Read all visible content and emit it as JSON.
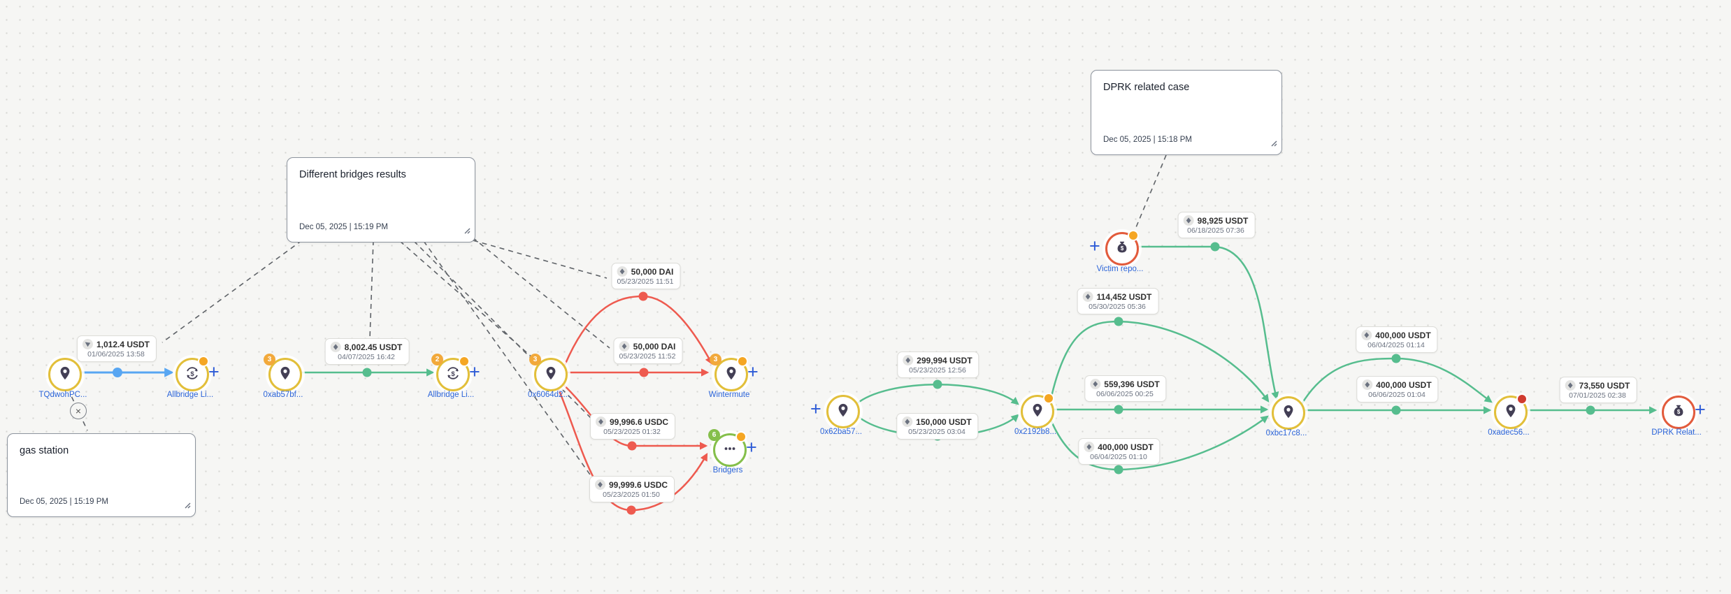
{
  "ui": {
    "plus_label": "+",
    "unlink_label": "×"
  },
  "colors": {
    "edge_blue": "#58a6f2",
    "edge_green": "#56bd8e",
    "edge_red": "#ee5a4f",
    "ring_yellow": "#e2bf3a",
    "ring_red": "#e25b3c",
    "ring_green": "#85bf4b",
    "badge_yellow": "#f2a93b",
    "badge_green": "#85bf4b",
    "status_orange": "#f5a623",
    "status_red": "#d03b2f",
    "node_label_blue": "#2b64d9",
    "plus_blue": "#2d5bd7"
  },
  "notes": [
    {
      "title": "Different bridges results",
      "timestamp": "Dec 05, 2025 | 15:19 PM"
    },
    {
      "title": "gas station",
      "timestamp": "Dec 05, 2025 | 15:19 PM"
    },
    {
      "title": "DPRK related case",
      "timestamp": "Dec 05, 2025 | 15:18 PM"
    }
  ],
  "nodes": [
    {
      "label": "TQdwohPC...",
      "type": "address",
      "badge": ""
    },
    {
      "label": "Allbridge Li...",
      "type": "bridge",
      "badge": ""
    },
    {
      "label": "0xab57bf...",
      "type": "address",
      "badge": "3"
    },
    {
      "label": "Allbridge Li...",
      "type": "bridge",
      "badge": "2"
    },
    {
      "label": "0x6064d2...",
      "type": "address",
      "badge": "3"
    },
    {
      "label": "Wintermute",
      "type": "address",
      "badge": "3"
    },
    {
      "label": "Bridgers",
      "type": "service",
      "badge": "6"
    },
    {
      "label": "0x62ba57...",
      "type": "address",
      "badge": ""
    },
    {
      "label": "0x2192b8...",
      "type": "address",
      "badge": ""
    },
    {
      "label": "Victim repo...",
      "type": "victim-report",
      "badge": ""
    },
    {
      "label": "0xbc17c8...",
      "type": "address",
      "badge": ""
    },
    {
      "label": "0xadec56...",
      "type": "address",
      "badge": ""
    },
    {
      "label": "DPRK Relat...",
      "type": "victim-report",
      "badge": ""
    }
  ],
  "edge_labels": [
    {
      "amount": "1,012.4 USDT",
      "datetime": "01/06/2025 13:58",
      "chain": "tron",
      "from": "TQdwohPC...",
      "to": "Allbridge Li..."
    },
    {
      "amount": "8,002.45 USDT",
      "datetime": "04/07/2025 16:42",
      "chain": "eth",
      "from": "0xab57bf...",
      "to": "Allbridge Li..."
    },
    {
      "amount": "50,000 DAI",
      "datetime": "05/23/2025 11:51",
      "chain": "eth",
      "from": "0x6064d2...",
      "to": "Wintermute"
    },
    {
      "amount": "50,000 DAI",
      "datetime": "05/23/2025 11:52",
      "chain": "eth",
      "from": "0x6064d2...",
      "to": "Wintermute"
    },
    {
      "amount": "99,996.6 USDC",
      "datetime": "05/23/2025 01:32",
      "chain": "eth",
      "from": "0x6064d2...",
      "to": "Bridgers"
    },
    {
      "amount": "99,999.6 USDC",
      "datetime": "05/23/2025 01:50",
      "chain": "eth",
      "from": "0x6064d2...",
      "to": "Bridgers"
    },
    {
      "amount": "299,994 USDT",
      "datetime": "05/23/2025 12:56",
      "chain": "eth",
      "from": "0x62ba57...",
      "to": "0x2192b8..."
    },
    {
      "amount": "150,000 USDT",
      "datetime": "05/23/2025 03:04",
      "chain": "eth",
      "from": "0x62ba57...",
      "to": "0x2192b8..."
    },
    {
      "amount": "98,925 USDT",
      "datetime": "06/18/2025 07:36",
      "chain": "eth",
      "from": "Victim repo...",
      "to": "0xbc17c8..."
    },
    {
      "amount": "114,452 USDT",
      "datetime": "05/30/2025 05:36",
      "chain": "eth",
      "from": "0x2192b8...",
      "to": "0xbc17c8..."
    },
    {
      "amount": "559,396 USDT",
      "datetime": "06/06/2025 00:25",
      "chain": "eth",
      "from": "0x2192b8...",
      "to": "0xbc17c8..."
    },
    {
      "amount": "400,000 USDT",
      "datetime": "06/04/2025 01:10",
      "chain": "eth",
      "from": "0x2192b8...",
      "to": "0xbc17c8..."
    },
    {
      "amount": "400,000 USDT",
      "datetime": "06/04/2025 01:14",
      "chain": "eth",
      "from": "0xbc17c8...",
      "to": "0xadec56..."
    },
    {
      "amount": "400,000 USDT",
      "datetime": "06/06/2025 01:04",
      "chain": "eth",
      "from": "0xbc17c8...",
      "to": "0xadec56..."
    },
    {
      "amount": "73,550 USDT",
      "datetime": "07/01/2025 02:38",
      "chain": "eth",
      "from": "0xadec56...",
      "to": "DPRK Relat..."
    }
  ]
}
